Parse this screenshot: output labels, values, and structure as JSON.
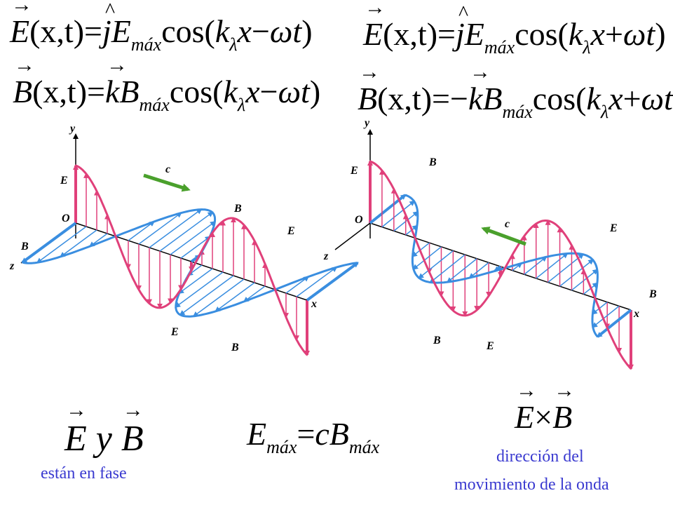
{
  "equations": {
    "left_E": {
      "lhs": "E",
      "args": "(x,t)",
      "unit": "j",
      "amp": "E",
      "amp_sub": "máx",
      "fn": "cos",
      "k": "k",
      "k_sub": "λ",
      "x": "x",
      "op": "−",
      "wt": "ωt"
    },
    "left_B": {
      "lhs": "B",
      "args": "(x,t)",
      "unit": "k",
      "amp": "B",
      "amp_sub": "máx",
      "fn": "cos",
      "k": "k",
      "k_sub": "λ",
      "x": "x",
      "op": "−",
      "wt": "ωt"
    },
    "right_E": {
      "lhs": "E",
      "args": "(x,t)",
      "unit": "j",
      "amp": "E",
      "amp_sub": "máx",
      "fn": "cos",
      "k": "k",
      "k_sub": "λ",
      "x": "x",
      "op": "+",
      "wt": "ωt"
    },
    "right_B": {
      "lhs": "B",
      "args": "(x,t)",
      "sign": "−",
      "unit": "k",
      "amp": "B",
      "amp_sub": "máx",
      "fn": "cos",
      "k": "k",
      "k_sub": "λ",
      "x": "x",
      "op": "+",
      "wt": "ωt"
    },
    "bottom_EyB": {
      "E": "E",
      "y": "y",
      "B": "B"
    },
    "bottom_emax": {
      "lhs": "E",
      "lhs_sub": "máx",
      "rhs": "cB",
      "rhs_sub": "máx"
    },
    "bottom_cross": {
      "E": "E",
      "op": "×",
      "B": "B"
    }
  },
  "diagrams": {
    "left": {
      "axis_y": "y",
      "axis_z": "z",
      "axis_x": "x",
      "origin": "O",
      "c_label": "c",
      "E_label": "E",
      "B_label": "B"
    },
    "right": {
      "axis_y": "y",
      "axis_z": "z",
      "axis_x": "x",
      "origin": "O",
      "c_label": "c",
      "E_label": "E",
      "B_label": "B"
    }
  },
  "captions": {
    "in_phase": "están en fase",
    "direction_line1": "dirección del",
    "direction_line2": "movimiento  de la onda"
  },
  "colors": {
    "E_wave": "#e0407a",
    "B_wave": "#3a8ee0",
    "c_arrow": "#4aa02c",
    "caption_text": "#3a3ad0"
  }
}
